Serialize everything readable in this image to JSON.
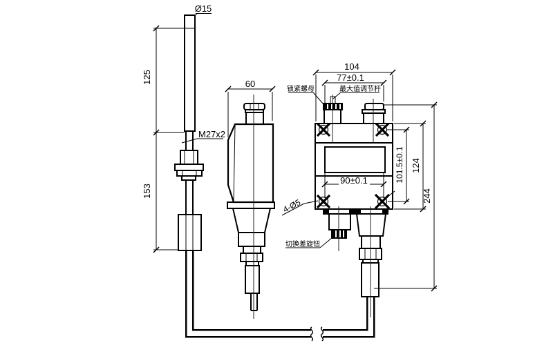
{
  "drawing": {
    "probe_view": {
      "diameter": "Ø15",
      "thread": "M27x2",
      "upper_length": "125",
      "lower_length": "153"
    },
    "side_view": {
      "width": "60"
    },
    "front_view": {
      "width": "104",
      "top_span": "77±0.1",
      "bottom_span": "90±0.1",
      "hole_spacing_v": "101.5±0.1",
      "body_height": "124",
      "total_height": "244",
      "mount_holes": "4-Ø5",
      "labels": {
        "lock_nut": "锁紧螺母",
        "max_value_rod": "最大值调节杆",
        "diff_knob": "切换差旋钮"
      }
    },
    "colors": {
      "line": "#000000",
      "background": "#ffffff"
    }
  }
}
